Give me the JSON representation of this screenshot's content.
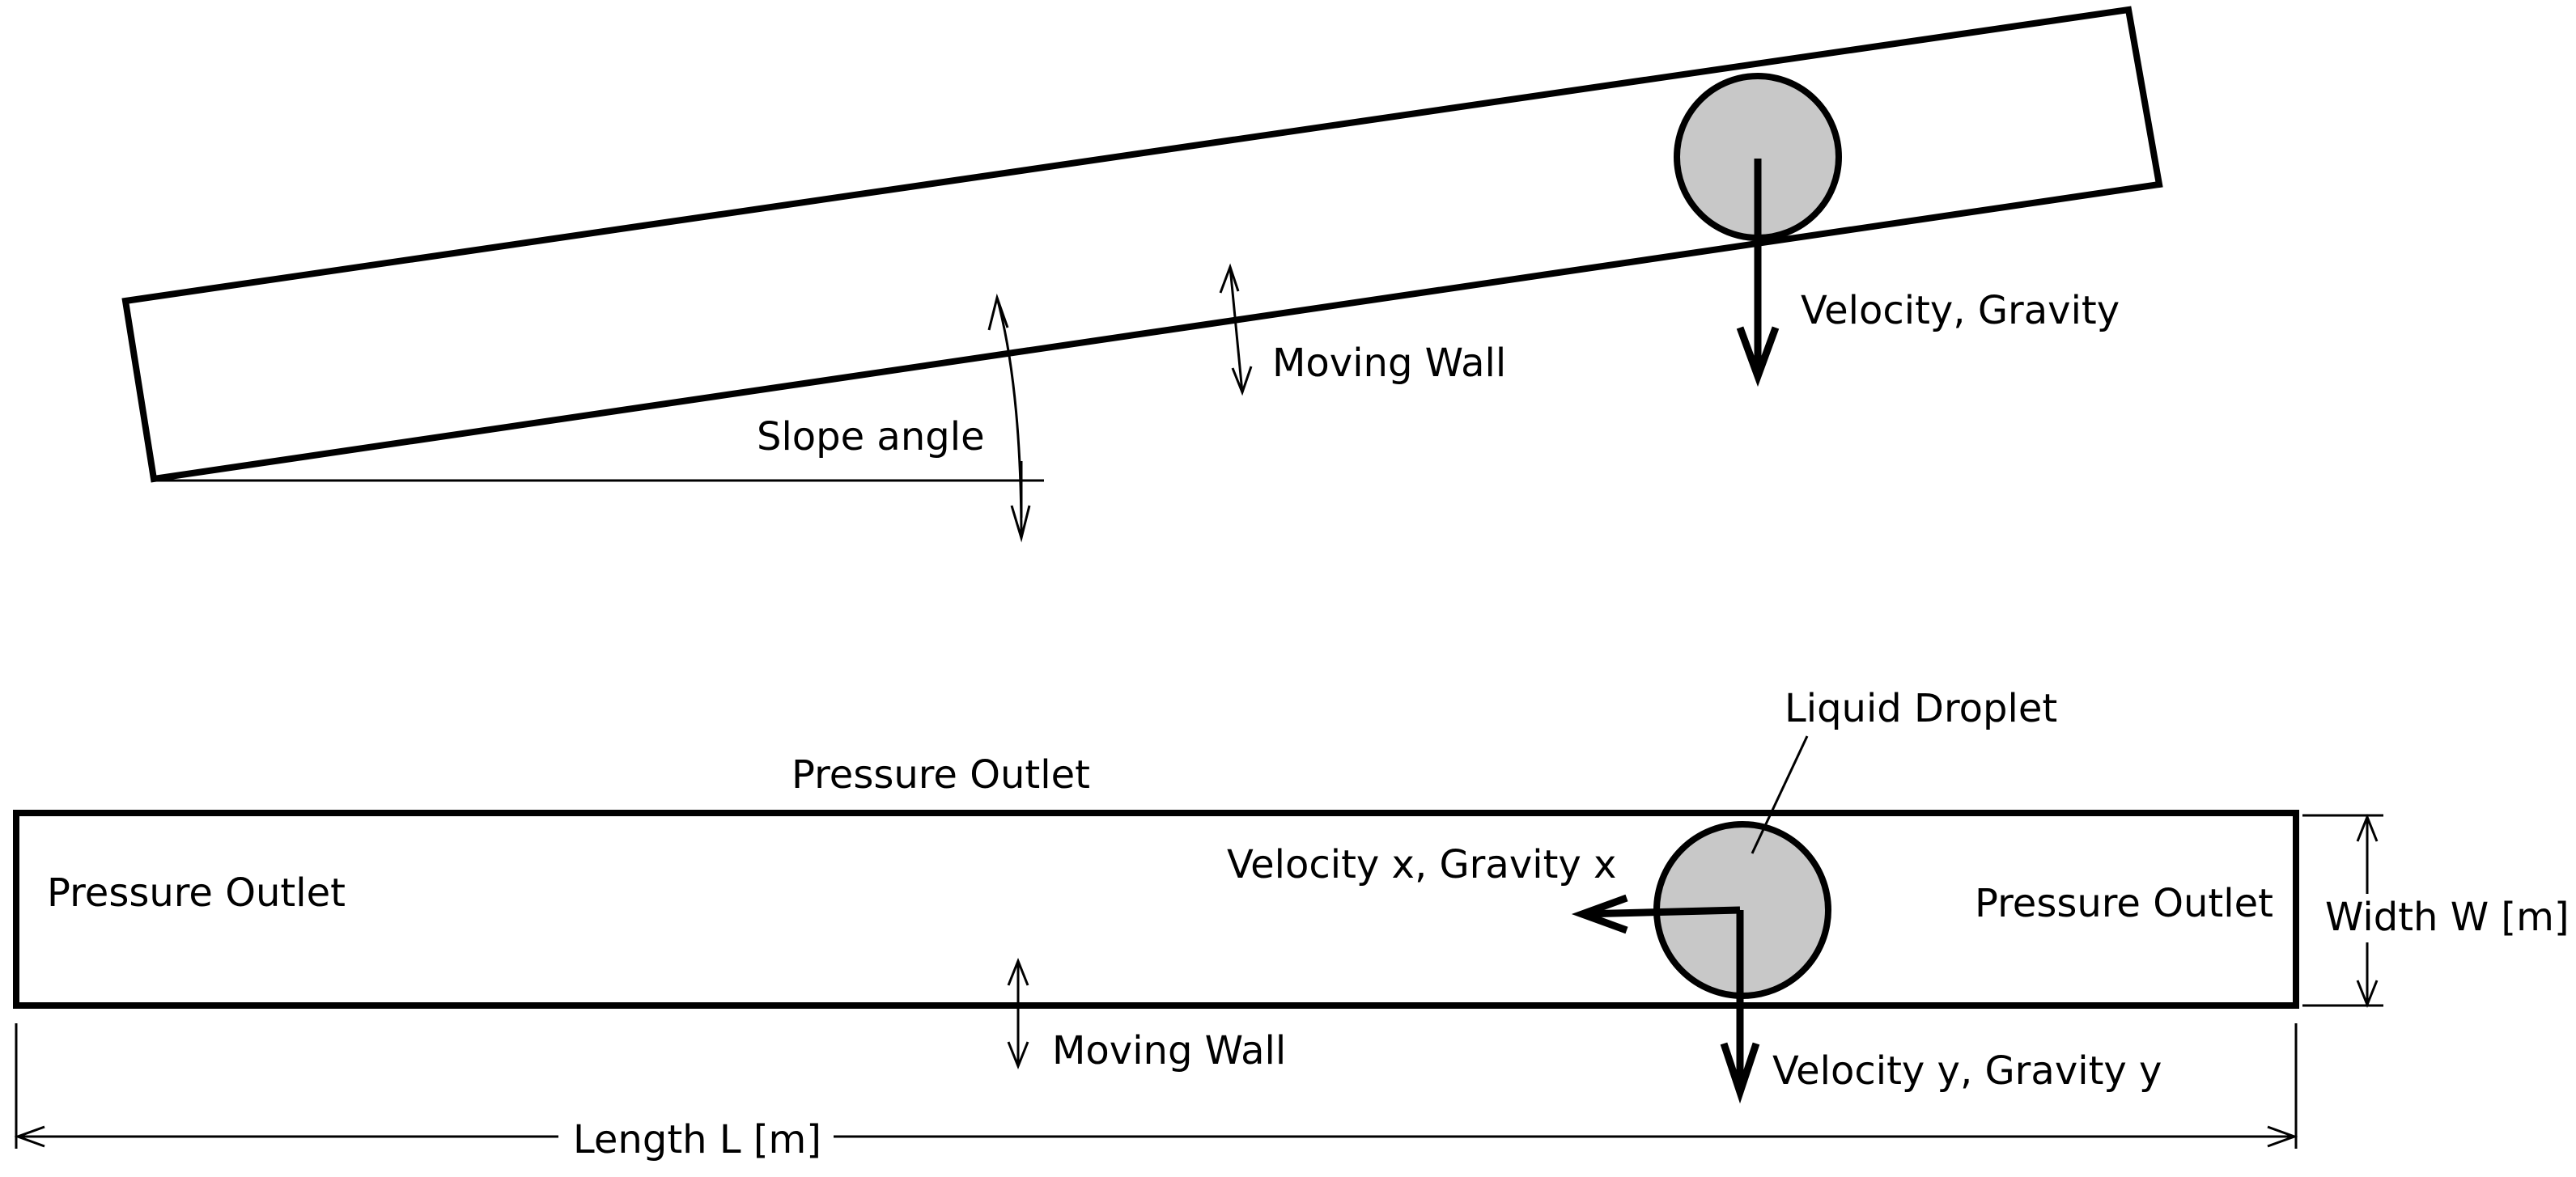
{
  "colors": {
    "line": "#000000",
    "droplet_fill": "#c8c8c8",
    "background": "#ffffff"
  },
  "top_view": {
    "moving_wall": "Moving Wall",
    "slope_angle": "Slope angle",
    "velocity_gravity": "Velocity, Gravity"
  },
  "bottom_view": {
    "pressure_outlet_top": "Pressure Outlet",
    "pressure_outlet_left": "Pressure Outlet",
    "pressure_outlet_right": "Pressure Outlet",
    "liquid_droplet": "Liquid Droplet",
    "velocity_x": "Velocity x, Gravity x",
    "velocity_y": "Velocity y, Gravity y",
    "moving_wall": "Moving Wall",
    "width": "Width W [m]",
    "length": "Length L [m]"
  }
}
